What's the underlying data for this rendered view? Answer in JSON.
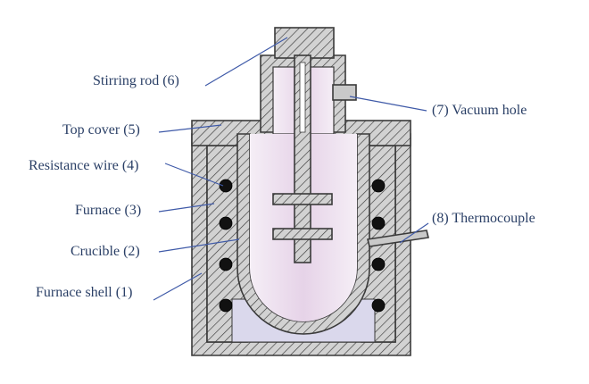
{
  "labels": {
    "stirring_rod": "Stirring rod (6)",
    "top_cover": "Top cover (5)",
    "resistance_wire": "Resistance wire (4)",
    "furnace": "Furnace (3)",
    "crucible": "Crucible (2)",
    "furnace_shell": "Furnace shell (1)",
    "vacuum_hole": "(7) Vacuum hole",
    "thermocouple": "(8) Thermocouple"
  },
  "colors": {
    "crucible_interior": "#f1e6f2",
    "vacuum_band": "#dad8ec",
    "label_text": "#2a3f66",
    "leader_line": "#3f5aa8",
    "hatch_fill": "#d2d2d2",
    "grey_fill": "#c9c9c9"
  }
}
